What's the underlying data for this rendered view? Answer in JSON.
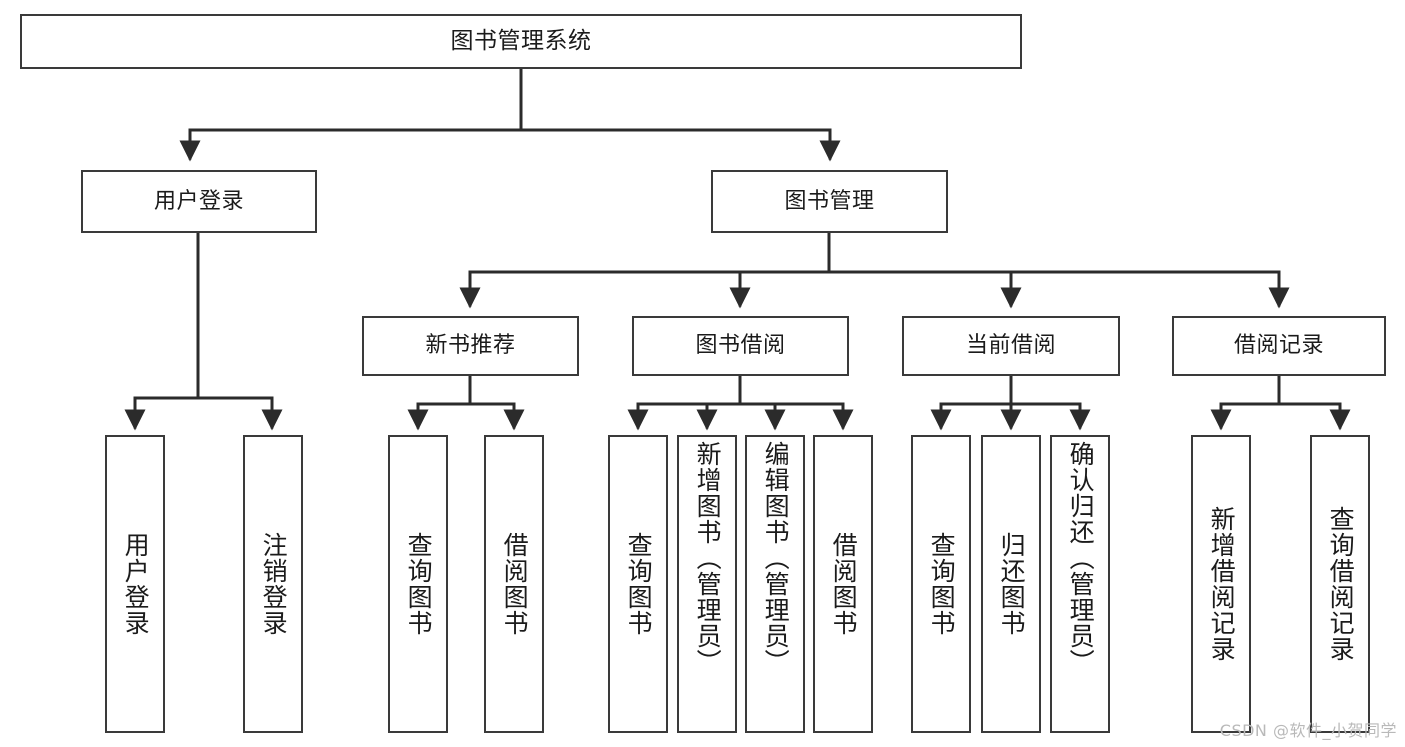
{
  "diagram": {
    "title": "图书管理系统",
    "type": "tree",
    "watermark": "CSDN @软件_小贺同学",
    "colors": {
      "box_border": "#3a3a3a",
      "box_fill": "#ffffff",
      "edge": "#2b2b2b",
      "text": "#1b1b1b",
      "watermark": "#b9b9b9",
      "background": "#ffffff"
    },
    "levels": {
      "root": {
        "label": "图书管理系统"
      },
      "level2": [
        {
          "id": "user-login",
          "label": "用户登录"
        },
        {
          "id": "book-manage",
          "label": "图书管理"
        }
      ],
      "level3": [
        {
          "id": "new-book-recommend",
          "label": "新书推荐",
          "parent": "book-manage"
        },
        {
          "id": "book-borrow",
          "label": "图书借阅",
          "parent": "book-manage"
        },
        {
          "id": "current-borrow",
          "label": "当前借阅",
          "parent": "book-manage"
        },
        {
          "id": "borrow-record",
          "label": "借阅记录",
          "parent": "book-manage"
        }
      ],
      "leaves": [
        {
          "id": "leaf-user-login",
          "label": "用户登录",
          "parent": "user-login"
        },
        {
          "id": "leaf-logout",
          "label": "注销登录",
          "parent": "user-login"
        },
        {
          "id": "leaf-query-book-1",
          "label": "查询图书",
          "parent": "new-book-recommend"
        },
        {
          "id": "leaf-borrow-book-1",
          "label": "借阅图书",
          "parent": "new-book-recommend"
        },
        {
          "id": "leaf-query-book-2",
          "label": "查询图书",
          "parent": "book-borrow"
        },
        {
          "id": "leaf-add-book",
          "label": "新增图书（管理员）",
          "parent": "book-borrow"
        },
        {
          "id": "leaf-edit-book",
          "label": "编辑图书（管理员）",
          "parent": "book-borrow"
        },
        {
          "id": "leaf-borrow-book-2",
          "label": "借阅图书",
          "parent": "book-borrow"
        },
        {
          "id": "leaf-query-book-3",
          "label": "查询图书",
          "parent": "current-borrow"
        },
        {
          "id": "leaf-return-book",
          "label": "归还图书",
          "parent": "current-borrow"
        },
        {
          "id": "leaf-confirm-return",
          "label": "确认归还（管理员）",
          "parent": "current-borrow"
        },
        {
          "id": "leaf-add-record",
          "label": "新增借阅记录",
          "parent": "borrow-record"
        },
        {
          "id": "leaf-query-record",
          "label": "查询借阅记录",
          "parent": "borrow-record"
        }
      ]
    }
  }
}
